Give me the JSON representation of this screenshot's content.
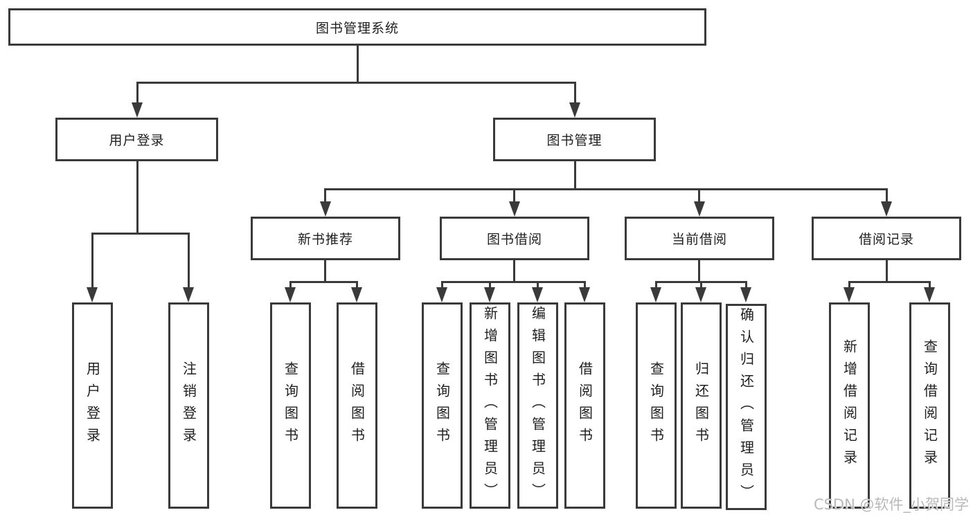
{
  "diagram": {
    "title": "图书管理系统",
    "tree": {
      "label": "图书管理系统",
      "children": [
        {
          "label": "用户登录",
          "children": [
            {
              "label": "用户登录"
            },
            {
              "label": "注销登录"
            }
          ]
        },
        {
          "label": "图书管理",
          "children": [
            {
              "label": "新书推荐",
              "children": [
                {
                  "label": "查询图书"
                },
                {
                  "label": "借阅图书"
                }
              ]
            },
            {
              "label": "图书借阅",
              "children": [
                {
                  "label": "查询图书"
                },
                {
                  "label": "新增图书（管理员）"
                },
                {
                  "label": "编辑图书（管理员）"
                },
                {
                  "label": "借阅图书"
                }
              ]
            },
            {
              "label": "当前借阅",
              "children": [
                {
                  "label": "查询图书"
                },
                {
                  "label": "归还图书"
                },
                {
                  "label": "确认归还（管理员）"
                }
              ]
            },
            {
              "label": "借阅记录",
              "children": [
                {
                  "label": "新增借阅记录"
                },
                {
                  "label": "查询借阅记录"
                }
              ]
            }
          ]
        }
      ]
    },
    "watermark": "CSDN @软件_小贺同学",
    "colors": {
      "line": "#3a3a3a",
      "text": "#1f1f1f",
      "background": "#ffffff",
      "watermark": "#b9b9b9"
    }
  }
}
